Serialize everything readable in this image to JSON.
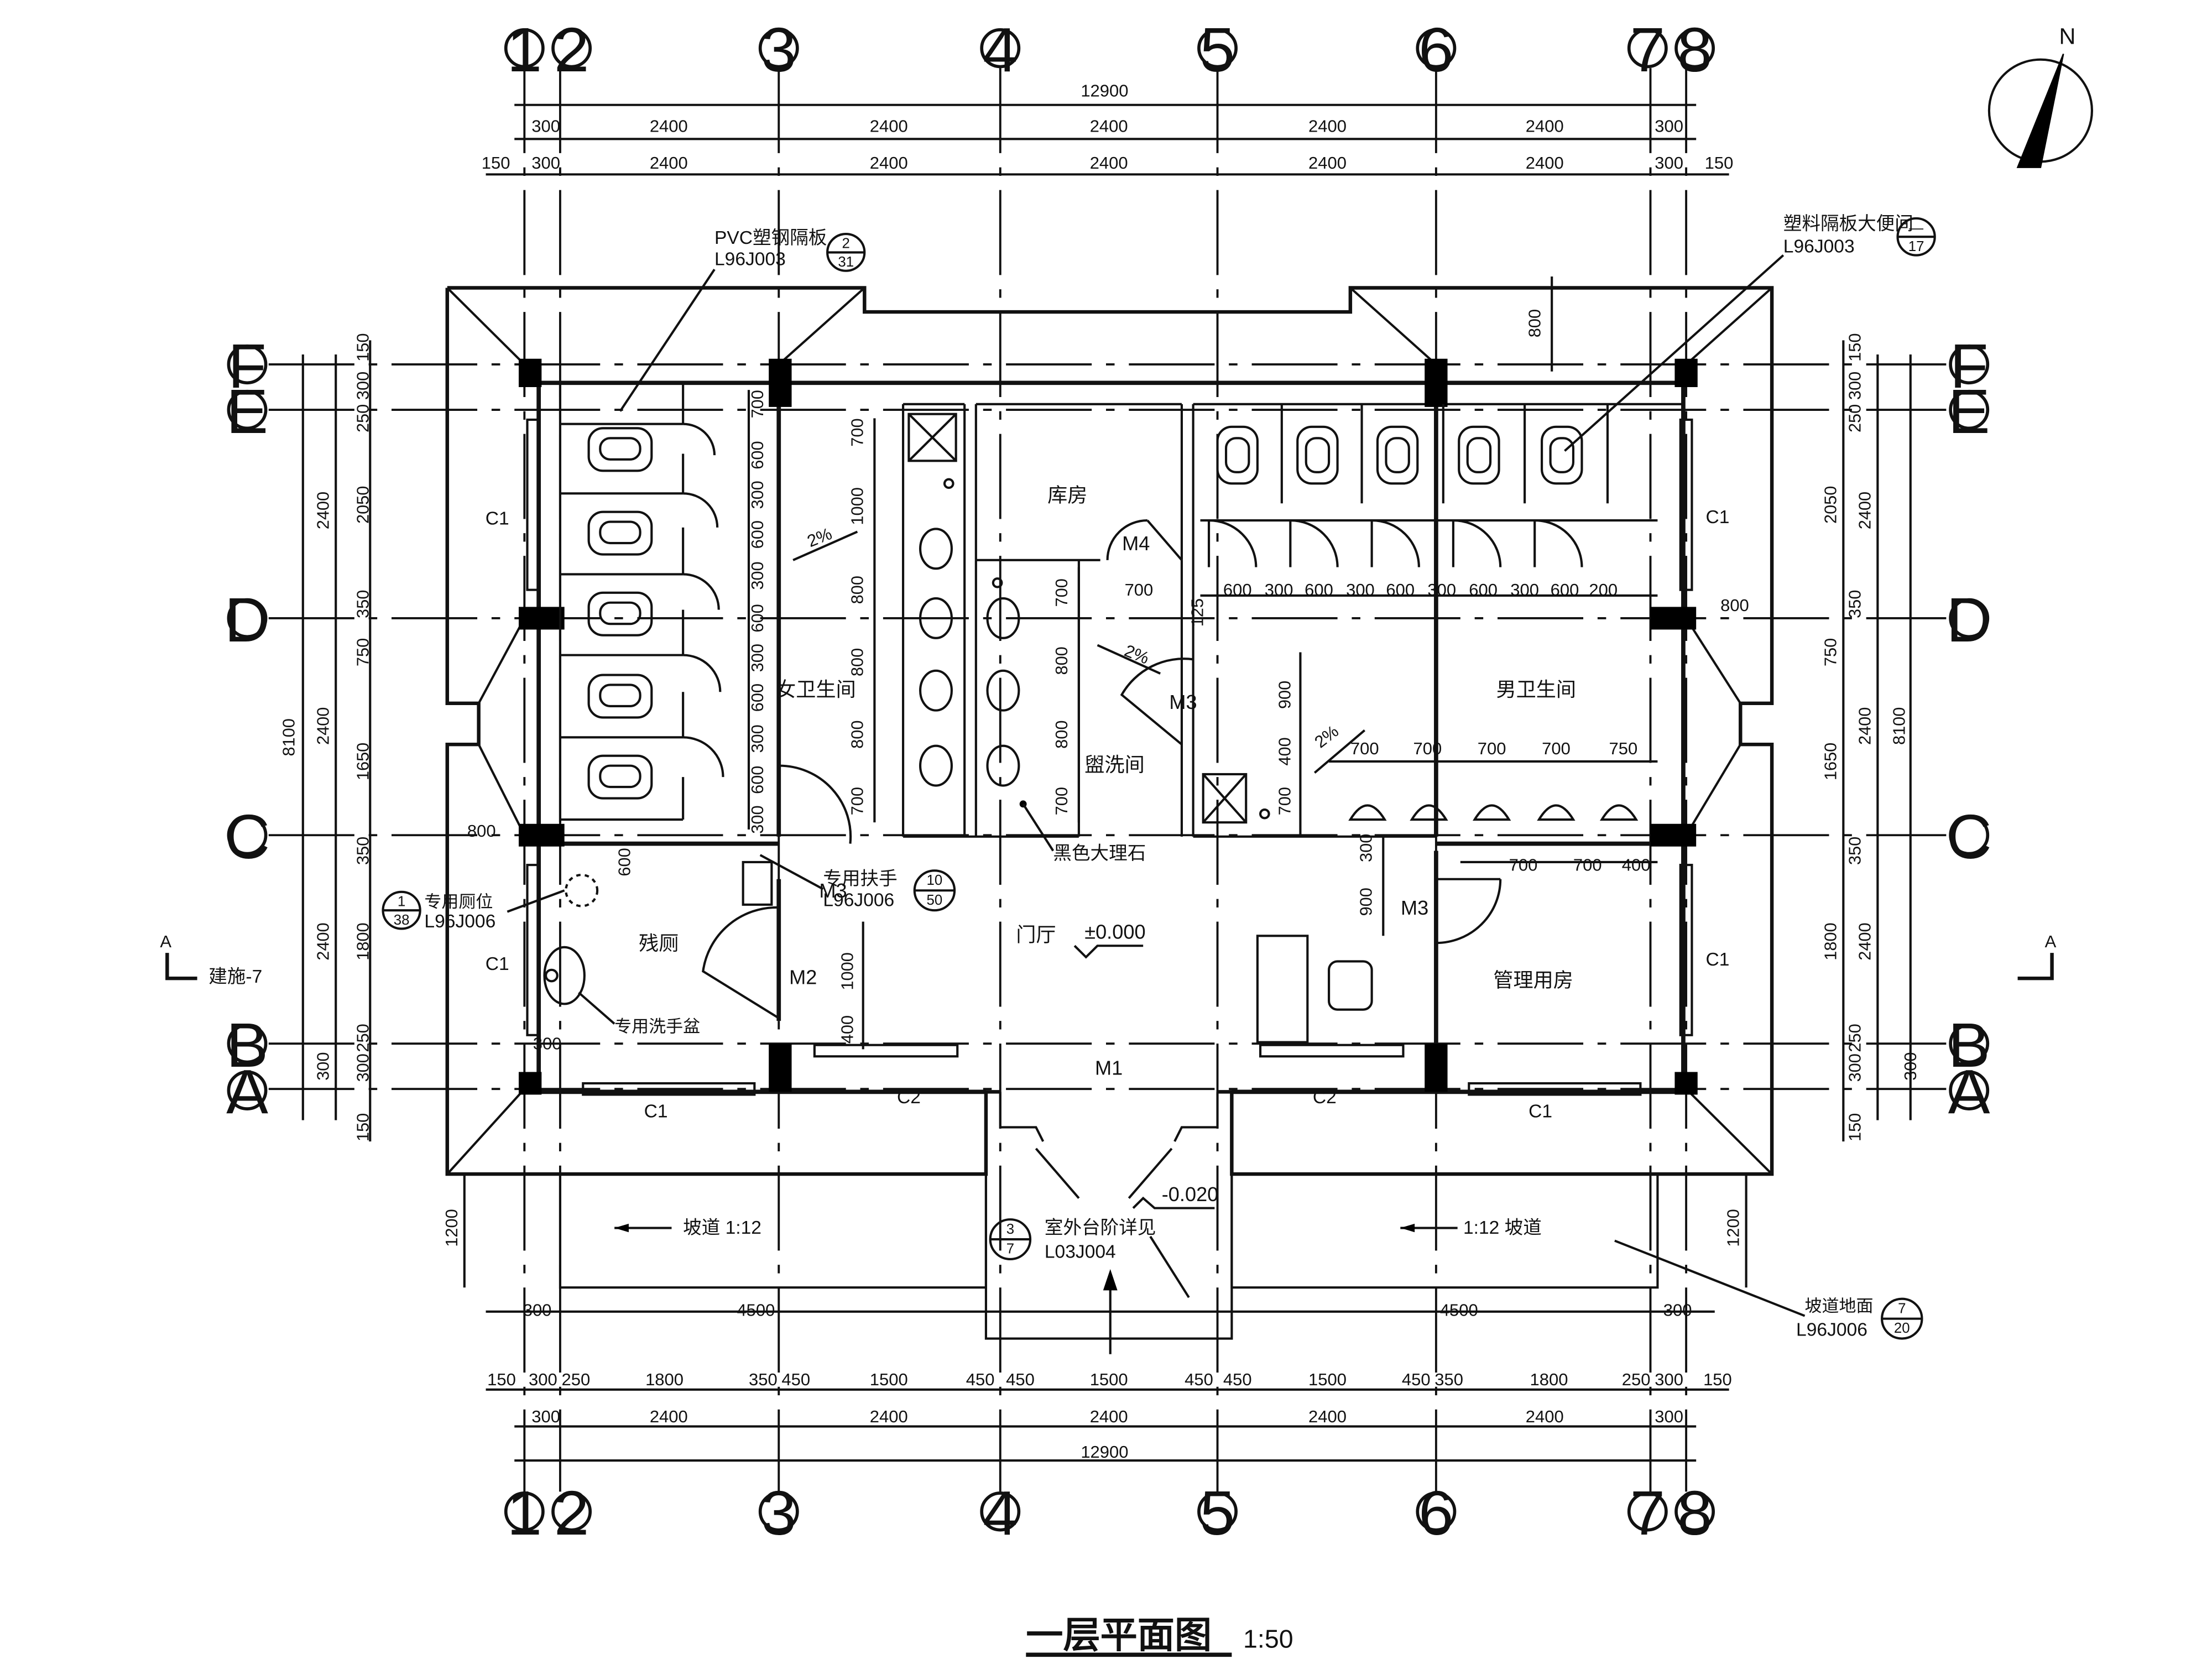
{
  "compass": {
    "north": "N"
  },
  "axes": {
    "numbered": [
      "1",
      "2",
      "3",
      "4",
      "5",
      "6",
      "7",
      "8"
    ],
    "lettered": [
      "F",
      "E",
      "D",
      "C",
      "B",
      "A"
    ]
  },
  "dims": {
    "top_total": "12900",
    "top_row1": [
      "300",
      "2400",
      "2400",
      "2400",
      "2400",
      "2400",
      "300"
    ],
    "top_row2": [
      "150",
      "300",
      "2400",
      "2400",
      "2400",
      "2400",
      "2400",
      "300",
      "150"
    ],
    "bottom_row1": [
      "150",
      "300",
      "250",
      "1800",
      "350",
      "450",
      "1500",
      "450",
      "450",
      "1500",
      "450",
      "450",
      "1500",
      "450",
      "350",
      "1800",
      "250",
      "300",
      "150"
    ],
    "bottom_row2": [
      "300",
      "2400",
      "2400",
      "2400",
      "2400",
      "2400",
      "300"
    ],
    "bottom_total": "12900",
    "ramp_row": [
      "300",
      "4500",
      "4500",
      "300"
    ],
    "left_outer": [
      "150",
      "300",
      "250",
      "2050",
      "350",
      "750",
      "2400",
      "1650",
      "350",
      "1800",
      "250",
      "300",
      "150"
    ],
    "left_mid": [
      "2400",
      "2400",
      "2400",
      "300"
    ],
    "left_total": "8100",
    "right_outer": [
      "150",
      "300",
      "250",
      "2050",
      "350",
      "750",
      "1650",
      "350",
      "1800",
      "250",
      "300",
      "150"
    ],
    "right_mid": [
      "2400",
      "2400",
      "2400",
      "300"
    ],
    "right_total": "8100",
    "misc": {
      "d800_top": "800",
      "d800_left": "800",
      "d800_right": "800",
      "d1200_left": "1200",
      "d1200_right": "1200",
      "d300_left": "300",
      "d600": "600",
      "female_stall": [
        "700",
        "600",
        "300",
        "600",
        "300",
        "600",
        "300",
        "600",
        "300",
        "600",
        "300"
      ],
      "sinks_left": [
        "700",
        "1000",
        "800",
        "800",
        "800",
        "700"
      ],
      "sinks_right": [
        "700",
        "800",
        "800",
        "700"
      ],
      "m4": "700",
      "male_stalls": [
        "600",
        "300",
        "600",
        "300",
        "600",
        "300",
        "600",
        "300",
        "600",
        "200"
      ],
      "d125": "125",
      "urinals": [
        "700",
        "700",
        "700",
        "700",
        "750"
      ],
      "male_v": [
        "900",
        "400",
        "700"
      ],
      "mgmt": [
        "700",
        "700",
        "400"
      ],
      "mgmt_v": [
        "300",
        "900"
      ],
      "acc_v": [
        "1000",
        "400"
      ]
    }
  },
  "rooms": {
    "female": "女卫生间",
    "male": "男卫生间",
    "storage": "库房",
    "washroom": "盥洗间",
    "hall": "门厅",
    "accessible": "残厕",
    "management": "管理用房"
  },
  "doors": {
    "m1": "M1",
    "m2": "M2",
    "m3": "M3",
    "m4": "M4"
  },
  "windows": {
    "c1": "C1",
    "c2": "C2"
  },
  "slopes": {
    "s": "2%"
  },
  "elevations": {
    "hall": "±0.000",
    "outside": "-0.020"
  },
  "notes": {
    "pvc": "PVC塑钢隔板",
    "pvc_ref": "L96J003",
    "pvc_num": "2",
    "pvc_den": "31",
    "plastic": "塑料隔板大便间",
    "plastic_ref": "L96J003",
    "plastic_num": "—",
    "plastic_den": "17",
    "marble": "黑色大理石",
    "handrail": "专用扶手",
    "handrail_ref": "L96J006",
    "handrail_num": "10",
    "handrail_den": "50",
    "toilet": "专用厕位",
    "toilet_ref": "L96J006",
    "toilet_num": "1",
    "toilet_den": "38",
    "basin": "专用洗手盆",
    "steps": "室外台阶详见",
    "steps_ref": "L03J004",
    "steps_num": "3",
    "steps_den": "7",
    "ramp_left": "坡道 1:12",
    "ramp_right": "1:12  坡道",
    "ramp_floor": "坡道地面",
    "ramp_floor_ref": "L96J006",
    "ramp_floor_num": "7",
    "ramp_floor_den": "20",
    "section_ref": "建施-7",
    "section_mark": "A"
  },
  "title": {
    "main": "一层平面图",
    "scale": "1:50"
  }
}
